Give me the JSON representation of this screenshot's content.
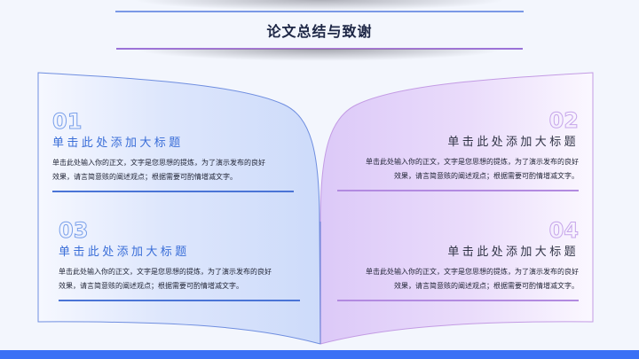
{
  "header": {
    "title": "论文总结与致谢"
  },
  "colors": {
    "background": "#f3f6fd",
    "left_page": "#d4e0fb",
    "right_page": "#e5d6fa",
    "left_accent": "#3a6ed8",
    "right_accent": "#b28ae0",
    "bottom_bar": "#3a70f5"
  },
  "blocks": [
    {
      "number": "01",
      "heading": "单击此处添加大标题",
      "body_line1": "单击此处输入你的正文，文字是您思想的提炼，为了演示发布的良好",
      "body_line2": "效果，请言简意赅的阐述观点；根据需要可酌情增减文字。"
    },
    {
      "number": "02",
      "heading": "单击此处添加大标题",
      "body_line1": "单击此处输入你的正文，文字是您思想的提炼，为了演示发布的良好",
      "body_line2": "效果，请言简意赅的阐述观点；根据需要可酌情增减文字。"
    },
    {
      "number": "03",
      "heading": "单击此处添加大标题",
      "body_line1": "单击此处输入你的正文，文字是您思想的提炼，为了演示发布的良好",
      "body_line2": "效果，请言简意赅的阐述观点；根据需要可酌情增减文字。"
    },
    {
      "number": "04",
      "heading": "单击此处添加大标题",
      "body_line1": "单击此处输入你的正文，文字是您思想的提炼，为了演示发布的良好",
      "body_line2": "效果，请言简意赅的阐述观点；根据需要可酌情增减文字。"
    }
  ]
}
